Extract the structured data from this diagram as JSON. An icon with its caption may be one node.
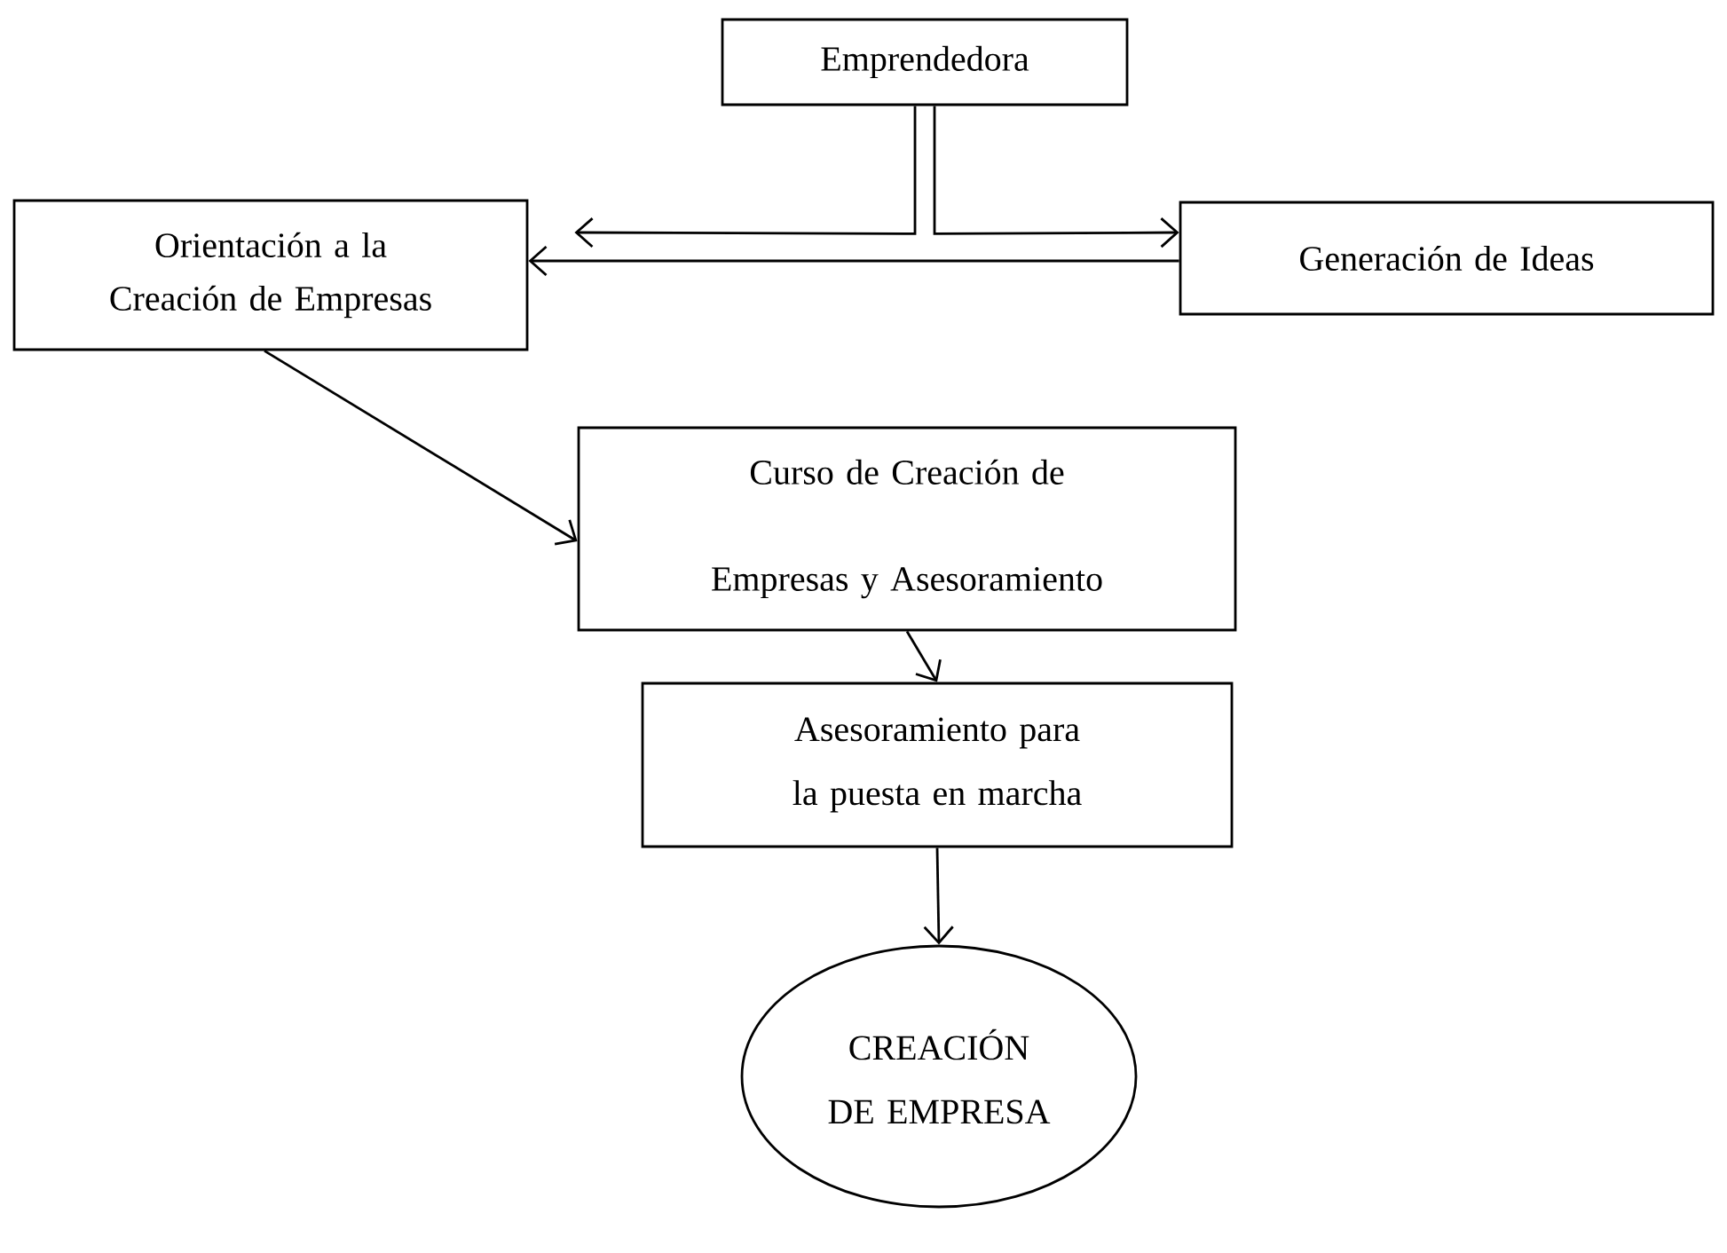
{
  "diagram": {
    "nodes": [
      {
        "text": [
          "Emprendedora"
        ]
      },
      {
        "text": [
          "Orientación a la Creación de Empresas"
        ]
      },
      {
        "text": [
          "Generación de Ideas"
        ]
      },
      {
        "text": [
          "Curso de Creación de Empresas y Asesoramiento"
        ]
      },
      {
        "text": [
          "Asesoramiento para la puesta en marcha"
        ]
      },
      {
        "text": [
          "CREACIÓN DE EMPRESA"
        ]
      }
    ],
    "edges": [
      {
        "from": 0,
        "to": 1,
        "arrow": "to"
      },
      {
        "from": 0,
        "to": 2,
        "arrow": "to"
      },
      {
        "from": 2,
        "to": 1,
        "arrow": "to"
      },
      {
        "from": 1,
        "to": 3,
        "arrow": "to"
      },
      {
        "from": 3,
        "to": 4,
        "arrow": "to"
      },
      {
        "from": 4,
        "to": 5,
        "arrow": "to"
      }
    ]
  }
}
